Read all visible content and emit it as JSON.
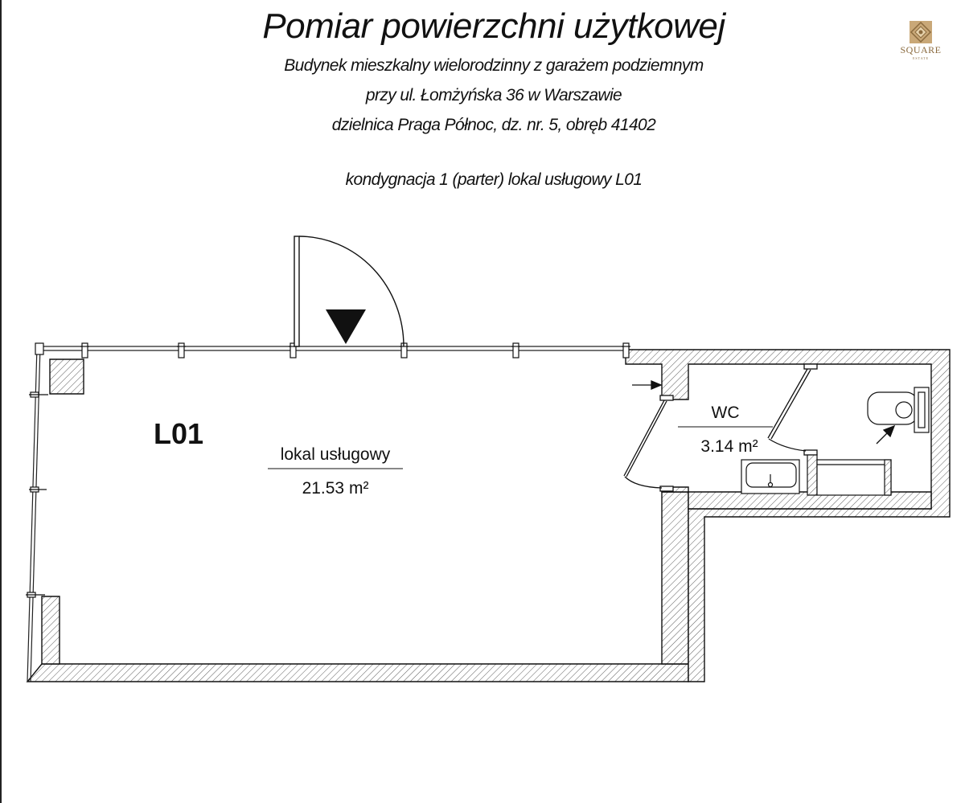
{
  "header": {
    "title": "Pomiar powierzchni użytkowej",
    "line1": "Budynek mieszkalny wielorodzinny z garażem podziemnym",
    "line2": "przy ul. Łomżyńska 36 w Warszawie",
    "line3": "dzielnica Praga Północ, dz. nr. 5, obręb 41402",
    "floor": "kondygnacja 1 (parter)  lokal usługowy L01"
  },
  "logo": {
    "text": "SQUARE",
    "small": "ESTATE",
    "color": "#8a6a3e"
  },
  "plan": {
    "unit_code": "L01",
    "rooms": [
      {
        "name": "lokal usługowy",
        "area": "21.53 m²"
      },
      {
        "name": "WC",
        "area": "3.14 m²"
      }
    ]
  }
}
